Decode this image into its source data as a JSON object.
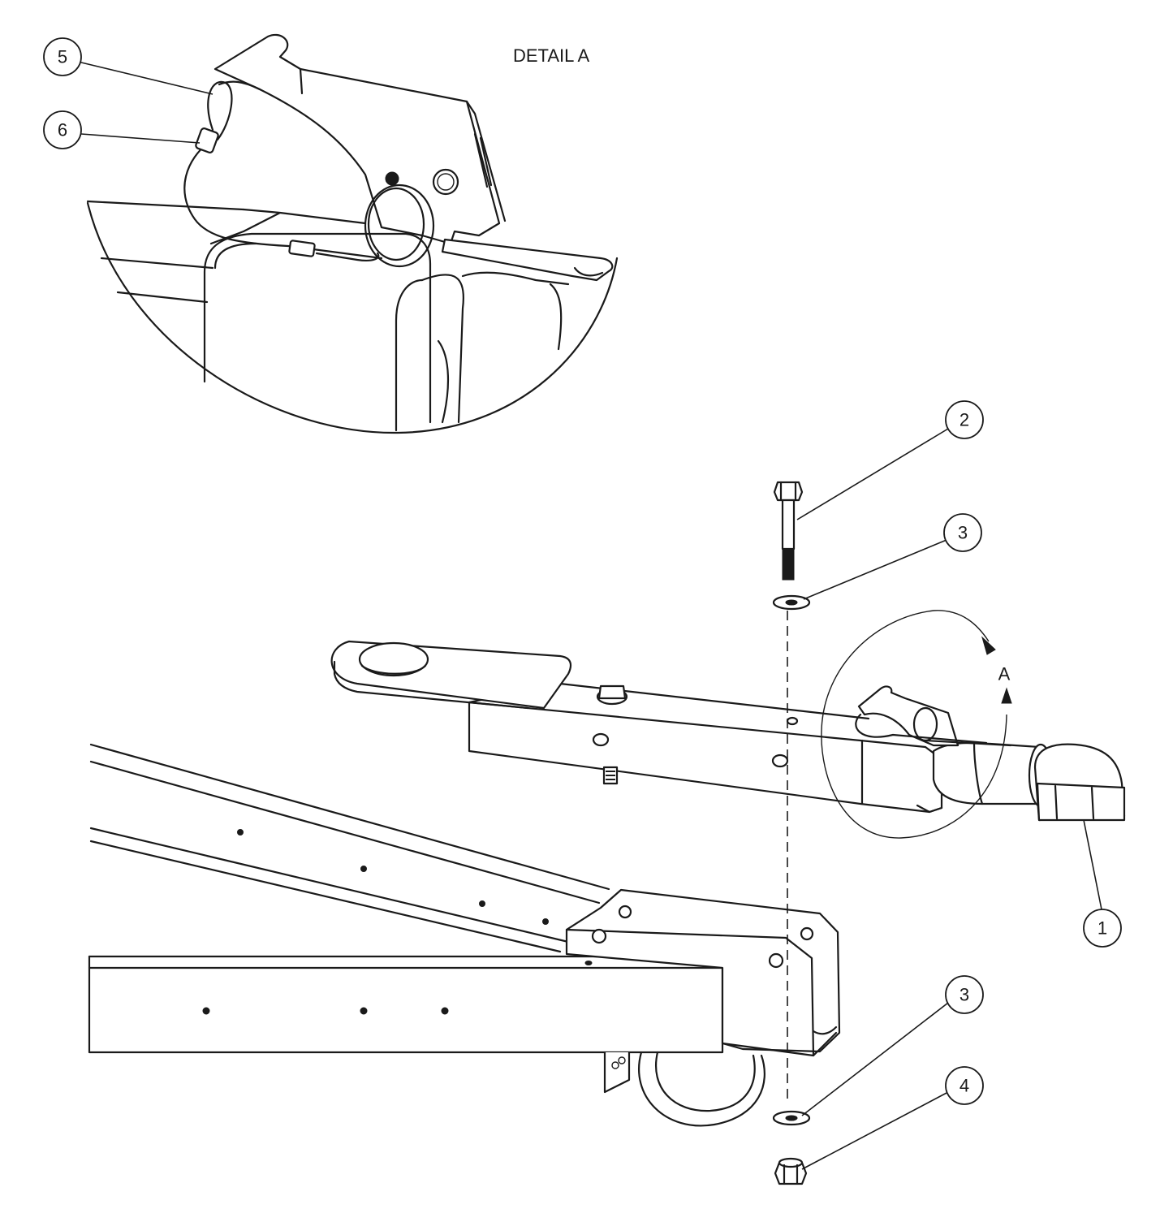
{
  "detail": {
    "title": "DETAIL A",
    "marker_letter": "A"
  },
  "callouts": [
    {
      "id": "1",
      "label": "1"
    },
    {
      "id": "2",
      "label": "2"
    },
    {
      "id": "3a",
      "label": "3"
    },
    {
      "id": "3b",
      "label": "3"
    },
    {
      "id": "4",
      "label": "4"
    },
    {
      "id": "5",
      "label": "5"
    },
    {
      "id": "6",
      "label": "6"
    }
  ]
}
